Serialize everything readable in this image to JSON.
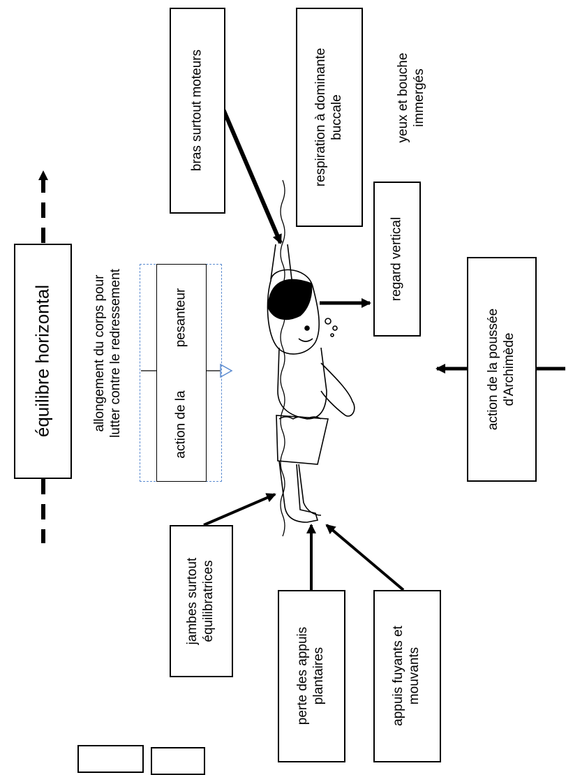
{
  "title": "équilibre horizontal",
  "subtitle": [
    "allongement du corps pour",
    "lutter contre le redressement"
  ],
  "gravity": {
    "left": "action de la",
    "right": "pesanteur"
  },
  "labels": {
    "arms": "bras surtout moteurs",
    "breathing": [
      "respiration à dominante",
      "buccale"
    ],
    "eyes": [
      "yeux et bouche",
      "immergés"
    ],
    "gaze": "regard vertical",
    "archimedes": [
      "action de la poussée",
      "d'Archimède"
    ],
    "legs": [
      "jambes surtout",
      "équilibratrices"
    ],
    "plantar": [
      "perte des appuis",
      "plantaires"
    ],
    "supports": [
      "appuis fuyants et",
      "mouvants"
    ]
  }
}
